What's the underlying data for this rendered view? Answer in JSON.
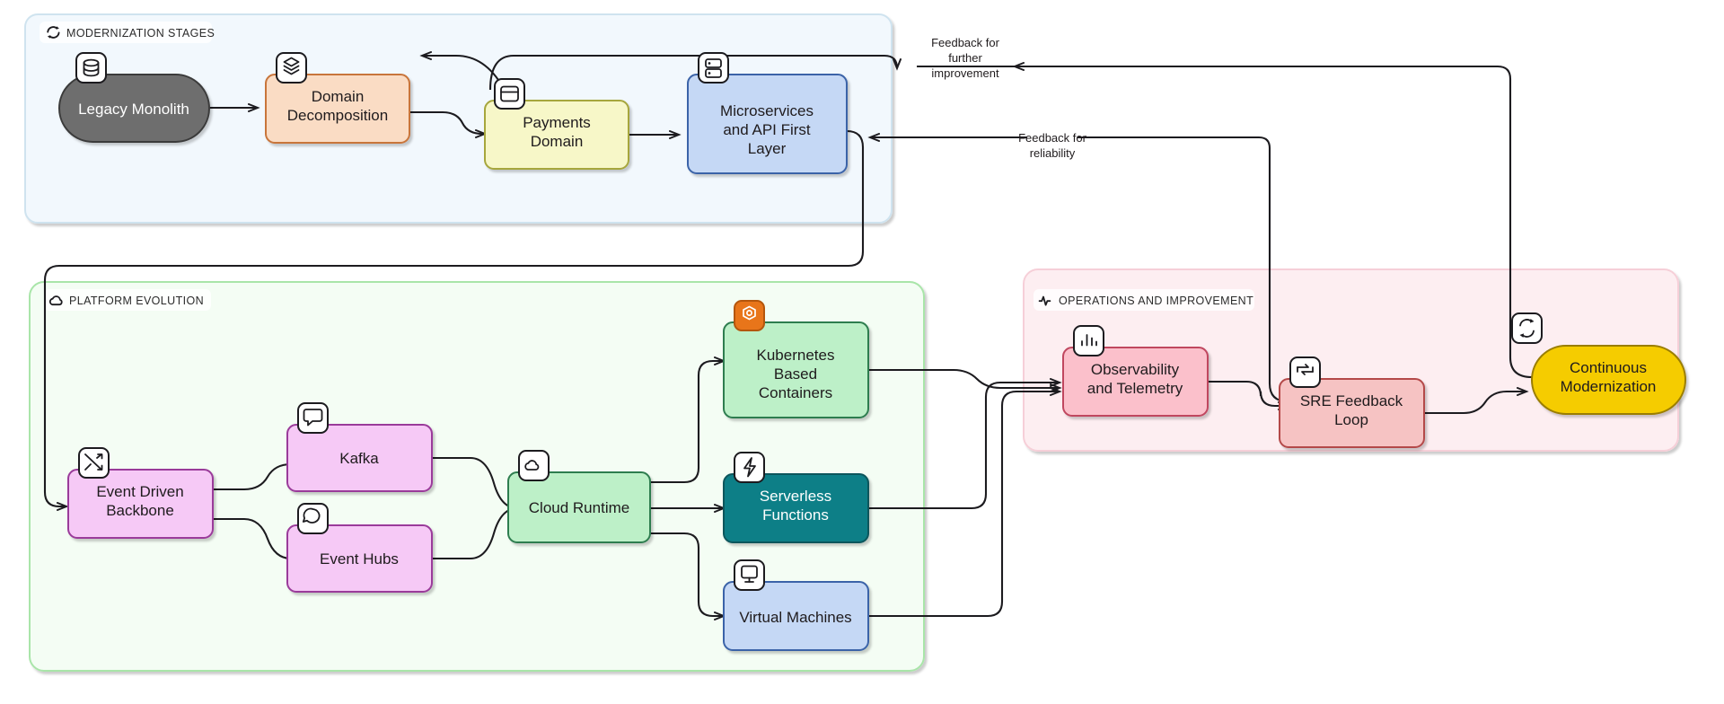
{
  "diagram": {
    "title": "Modernization Journey Flowchart",
    "groups": [
      {
        "id": "modernization-stages",
        "label": "MODERNIZATION STAGES",
        "icon": "refresh-cycle-icon",
        "fill": "#f2f8fd",
        "stroke": "#cfe3ef"
      },
      {
        "id": "platform-evolution",
        "label": "PLATFORM EVOLUTION",
        "icon": "cloud-icon",
        "fill": "#f4fdf4",
        "stroke": "#a9e5a9"
      },
      {
        "id": "operations-and-improvement",
        "label": "OPERATIONS AND IMPROVEMENT",
        "icon": "pulse-icon",
        "fill": "#fdeef1",
        "stroke": "#f6cfd8"
      }
    ],
    "nodes": [
      {
        "id": "legacy-monolith",
        "label": "Legacy Monolith",
        "icon": "database-icon",
        "fill": "#6e6e6e",
        "stroke": "#3a3a3a",
        "text_color": "#ffffff",
        "shape": "stadium"
      },
      {
        "id": "domain-decomposition",
        "label": "Domain Decomposition",
        "icon": "layers-icon",
        "fill": "#fadcc4",
        "stroke": "#c8743a",
        "text_color": "#1f1b1d",
        "shape": "rounded"
      },
      {
        "id": "payments-domain",
        "label": "Payments Domain",
        "icon": "card-icon",
        "fill": "#f7f7c8",
        "stroke": "#a6a63c",
        "text_color": "#1f1b1d",
        "shape": "rounded"
      },
      {
        "id": "microservices-api-first-layer",
        "label": "Microservices and API First Layer",
        "icon": "server-icon",
        "fill": "#c5d8f5",
        "stroke": "#3a63a8",
        "text_color": "#1f1b1d",
        "shape": "rounded"
      },
      {
        "id": "event-driven-backbone",
        "label": "Event Driven Backbone",
        "icon": "shuffle-icon",
        "fill": "#f6c9f6",
        "stroke": "#9a3a9a",
        "text_color": "#1f1b1d",
        "shape": "rounded"
      },
      {
        "id": "kafka",
        "label": "Kafka",
        "icon": "message-square-icon",
        "fill": "#f6c9f6",
        "stroke": "#9a3a9a",
        "text_color": "#1f1b1d",
        "shape": "rounded"
      },
      {
        "id": "event-hubs",
        "label": "Event Hubs",
        "icon": "message-circle-icon",
        "fill": "#f6c9f6",
        "stroke": "#9a3a9a",
        "text_color": "#1f1b1d",
        "shape": "rounded"
      },
      {
        "id": "cloud-runtime",
        "label": "Cloud Runtime",
        "icon": "cloud-icon",
        "fill": "#bdf0c8",
        "stroke": "#2e7d4f",
        "text_color": "#1f1b1d",
        "shape": "rounded"
      },
      {
        "id": "kubernetes-based-containers",
        "label": "Kubernetes Based Containers",
        "icon": "kubernetes-icon",
        "fill": "#bdf0c8",
        "stroke": "#2e7d4f",
        "text_color": "#1f1b1d",
        "shape": "rounded"
      },
      {
        "id": "serverless-functions",
        "label": "Serverless Functions",
        "icon": "lightning-icon",
        "fill": "#0b7f87",
        "stroke": "#08565c",
        "text_color": "#ffffff",
        "shape": "rounded"
      },
      {
        "id": "virtual-machines",
        "label": "Virtual Machines",
        "icon": "monitor-icon",
        "fill": "#c5d8f5",
        "stroke": "#3a63a8",
        "text_color": "#1f1b1d",
        "shape": "rounded"
      },
      {
        "id": "observability-and-telemetry",
        "label": "Observability and Telemetry",
        "icon": "bar-chart-icon",
        "fill": "#fbc0cb",
        "stroke": "#c0465f",
        "text_color": "#1f1b1d",
        "shape": "rounded"
      },
      {
        "id": "sre-feedback-loop",
        "label": "SRE Feedback Loop",
        "icon": "repeat-icon",
        "fill": "#f6c3c3",
        "stroke": "#b44a4a",
        "text_color": "#1f1b1d",
        "shape": "rounded"
      },
      {
        "id": "continuous-modernization",
        "label": "Continuous Modernization",
        "icon": "refresh-cycle-icon",
        "fill": "#f5cc00",
        "stroke": "#9a7d00",
        "text_color": "#1f1b1d",
        "shape": "stadium"
      }
    ],
    "node_lines": {
      "legacy-monolith": [
        "Legacy Monolith"
      ],
      "domain-decomposition": [
        "Domain",
        "Decomposition"
      ],
      "payments-domain": [
        "Payments",
        "Domain"
      ],
      "microservices-api-first-layer": [
        "Microservices",
        "and API First",
        "Layer"
      ],
      "event-driven-backbone": [
        "Event Driven",
        "Backbone"
      ],
      "kafka": [
        "Kafka"
      ],
      "event-hubs": [
        "Event Hubs"
      ],
      "cloud-runtime": [
        "Cloud Runtime"
      ],
      "kubernetes-based-containers": [
        "Kubernetes",
        "Based",
        "Containers"
      ],
      "serverless-functions": [
        "Serverless",
        "Functions"
      ],
      "virtual-machines": [
        "Virtual Machines"
      ],
      "observability-and-telemetry": [
        "Observability",
        "and Telemetry"
      ],
      "sre-feedback-loop": [
        "SRE Feedback",
        "Loop"
      ],
      "continuous-modernization": [
        "Continuous",
        "Modernization"
      ]
    },
    "edge_labels": [
      {
        "id": "feedback-further-improvement",
        "lines": [
          "Feedback for",
          "further",
          "improvement"
        ]
      },
      {
        "id": "feedback-reliability",
        "lines": [
          "Feedback for",
          "reliability"
        ]
      }
    ],
    "edges": [
      {
        "from": "legacy-monolith",
        "to": "domain-decomposition"
      },
      {
        "from": "domain-decomposition",
        "to": "payments-domain"
      },
      {
        "from": "payments-domain",
        "to": "microservices-api-first-layer"
      },
      {
        "from": "payments-domain",
        "to": "domain-decomposition"
      },
      {
        "from": "microservices-api-first-layer",
        "to": "event-driven-backbone"
      },
      {
        "from": "event-driven-backbone",
        "to": "kafka"
      },
      {
        "from": "event-driven-backbone",
        "to": "event-hubs"
      },
      {
        "from": "kafka",
        "to": "cloud-runtime"
      },
      {
        "from": "event-hubs",
        "to": "cloud-runtime"
      },
      {
        "from": "cloud-runtime",
        "to": "kubernetes-based-containers"
      },
      {
        "from": "cloud-runtime",
        "to": "serverless-functions"
      },
      {
        "from": "cloud-runtime",
        "to": "virtual-machines"
      },
      {
        "from": "kubernetes-based-containers",
        "to": "observability-and-telemetry"
      },
      {
        "from": "serverless-functions",
        "to": "observability-and-telemetry"
      },
      {
        "from": "virtual-machines",
        "to": "observability-and-telemetry"
      },
      {
        "from": "observability-and-telemetry",
        "to": "sre-feedback-loop"
      },
      {
        "from": "sre-feedback-loop",
        "to": "continuous-modernization"
      },
      {
        "from": "continuous-modernization",
        "to": "domain-decomposition",
        "label": "feedback-further-improvement"
      },
      {
        "from": "sre-feedback-loop",
        "to": "microservices-api-first-layer",
        "label": "feedback-reliability"
      }
    ]
  }
}
